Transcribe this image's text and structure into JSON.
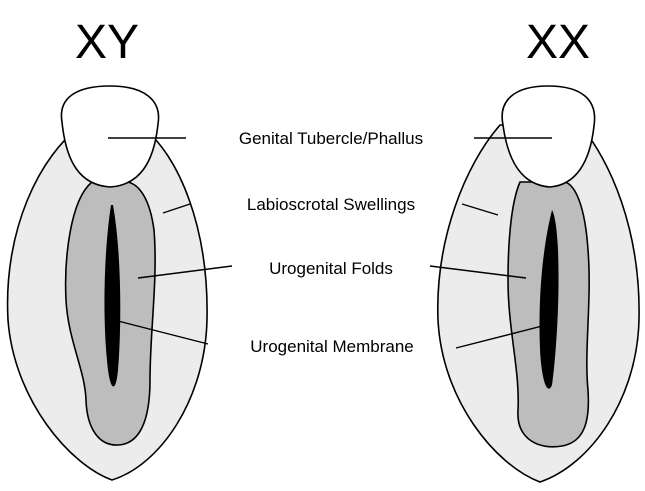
{
  "panels": {
    "male": {
      "title": "XY"
    },
    "female": {
      "title": "XX"
    }
  },
  "labels": {
    "tubercle": "Genital Tubercle/Phallus",
    "swellings": "Labioscrotal Swellings",
    "folds": "Urogenital Folds",
    "membrane": "Urogenital Membrane"
  },
  "colors": {
    "swelling_fill": "#ececec",
    "fold_fill": "#bdbdbd",
    "tubercle_fill": "#ffffff",
    "membrane_fill": "#000000",
    "line": "#000000"
  }
}
